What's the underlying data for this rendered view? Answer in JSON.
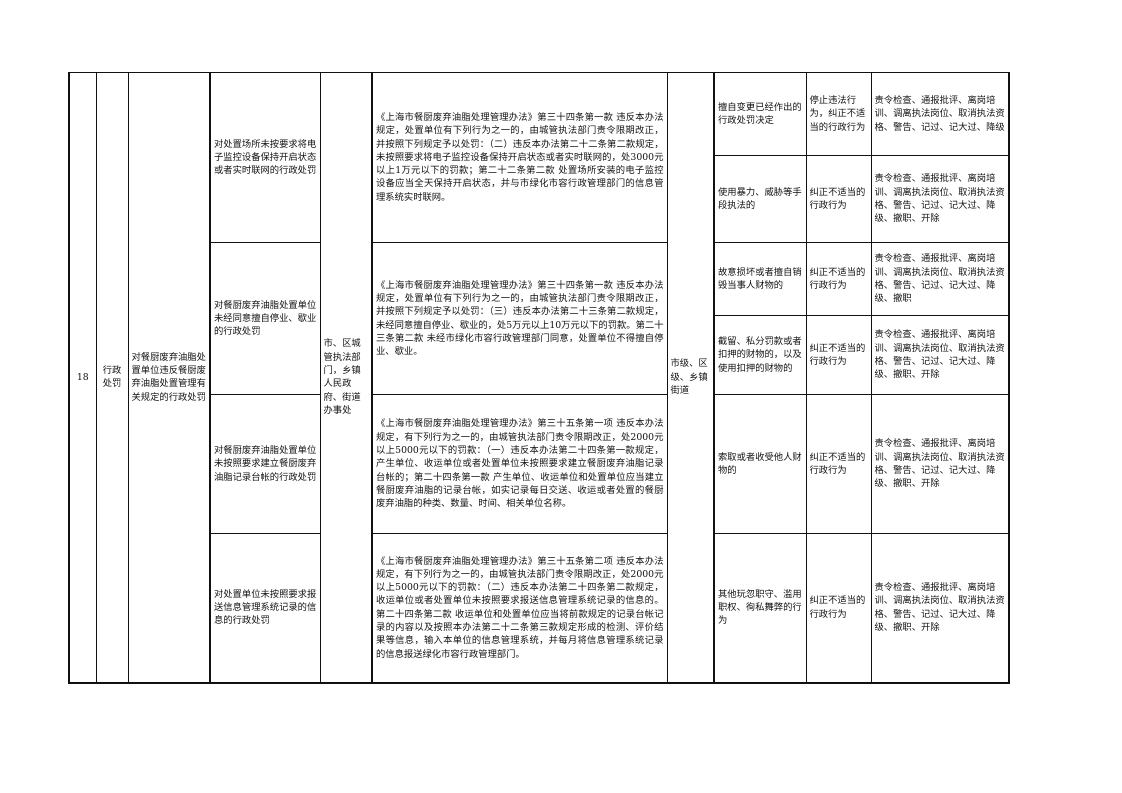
{
  "row": {
    "number": "18",
    "category": "行政处罚",
    "main_item": "对餐厨废弃油脂处置单位违反餐厨废弃油脂处置管理有关规定的行政处罚",
    "agency": "市、区城管执法部门，乡镇人民政府、街道办事处",
    "level": "市级、区级、乡镇街道"
  },
  "sub_items": [
    {
      "title": "对处置场所未按要求将电子监控设备保持开启状态或者实时联网的行政处罚",
      "basis": "《上海市餐厨废弃油脂处理管理办法》第三十四条第一款 违反本办法规定，处置单位有下列行为之一的，由城管执法部门责令限期改正，并按照下列规定予以处罚：（二）违反本办法第二十二条第二款规定，未按照要求将电子监控设备保持开启状态或者实时联网的，处3000元以上1万元以下的罚款；第二十二条第二款 处置场所安装的电子监控设备应当全天保持开启状态，并与市绿化市容行政管理部门的信息管理系统实时联网。"
    },
    {
      "title": "对餐厨废弃油脂处置单位未经同意擅自停业、歇业的行政处罚",
      "basis": "《上海市餐厨废弃油脂处理管理办法》第三十四条第一款 违反本办法规定，处置单位有下列行为之一的，由城管执法部门责令限期改正，并按照下列规定予以处罚：（三）违反本办法第二十三条第二款规定，未经同意擅自停业、歇业的，处5万元以上10万元以下的罚款。第二十三条第二款 未经市绿化市容行政管理部门同意，处置单位不得擅自停业、歇业。"
    },
    {
      "title": "对餐厨废弃油脂处置单位未按照要求建立餐厨废弃油脂记录台帐的行政处罚",
      "basis": "《上海市餐厨废弃油脂处理管理办法》第三十五条第一项 违反本办法规定，有下列行为之一的，由城管执法部门责令限期改正，处2000元以上5000元以下的罚款：（一）违反本办法第二十四条第一款规定，产生单位、收运单位或者处置单位未按照要求建立餐厨废弃油脂记录台帐的；第二十四条第一款 产生单位、收运单位和处置单位应当建立餐厨废弃油脂的记录台帐，如实记录每日交送、收运或者处置的餐厨废弃油脂的种类、数量、时间、相关单位名称。"
    },
    {
      "title": "对处置单位未按照要求报送信息管理系统记录的信息的行政处罚",
      "basis": "《上海市餐厨废弃油脂处理管理办法》第三十五条第二项 违反本办法规定，有下列行为之一的，由城管执法部门责令限期改正，处2000元以上5000元以下的罚款：（二）违反本办法第二十四条第二款规定，收运单位或者处置单位未按照要求报送信息管理系统记录的信息的。第二十四条第二款 收运单位和处置单位应当将前款规定的记录台帐记录的内容以及按照本办法第二十二条第三款规定形成的检测、评价结果等信息，输入本单位的信息管理系统，并每月将信息管理系统记录的信息报送绿化市容行政管理部门。"
    }
  ],
  "accountability": [
    {
      "situation": "擅自变更已经作出的行政处罚决定",
      "correction": "停止违法行为，纠正不适当的行政行为",
      "liability": "责令检查、通报批评、离岗培训、调离执法岗位、取消执法资格、警告、记过、记大过、降级"
    },
    {
      "situation": "使用暴力、威胁等手段执法的",
      "correction": "纠正不适当的行政行为",
      "liability": "责令检查、通报批评、离岗培训、调离执法岗位、取消执法资格、警告、记过、记大过、降级、撤职、开除"
    },
    {
      "situation": "故意损坏或者擅自销毁当事人财物的",
      "correction": "纠正不适当的行政行为",
      "liability": "责令检查、通报批评、离岗培训、调离执法岗位、取消执法资格、警告、记过、记大过、降级、撤职"
    },
    {
      "situation": "截留、私分罚款或者扣押的财物的，以及使用扣押的财物的",
      "correction": "纠正不适当的行政行为",
      "liability": "责令检查、通报批评、离岗培训、调离执法岗位、取消执法资格、警告、记过、记大过、降级、撤职、开除"
    },
    {
      "situation": "索取或者收受他人财物的",
      "correction": "纠正不适当的行政行为",
      "liability": "责令检查、通报批评、离岗培训、调离执法岗位、取消执法资格、警告、记过、记大过、降级、撤职、开除"
    },
    {
      "situation": "其他玩忽职守、滥用职权、徇私舞弊的行为",
      "correction": "纠正不适当的行政行为",
      "liability": "责令检查、通报批评、离岗培训、调离执法岗位、取消执法资格、警告、记过、记大过、降级、撤职、开除"
    }
  ]
}
